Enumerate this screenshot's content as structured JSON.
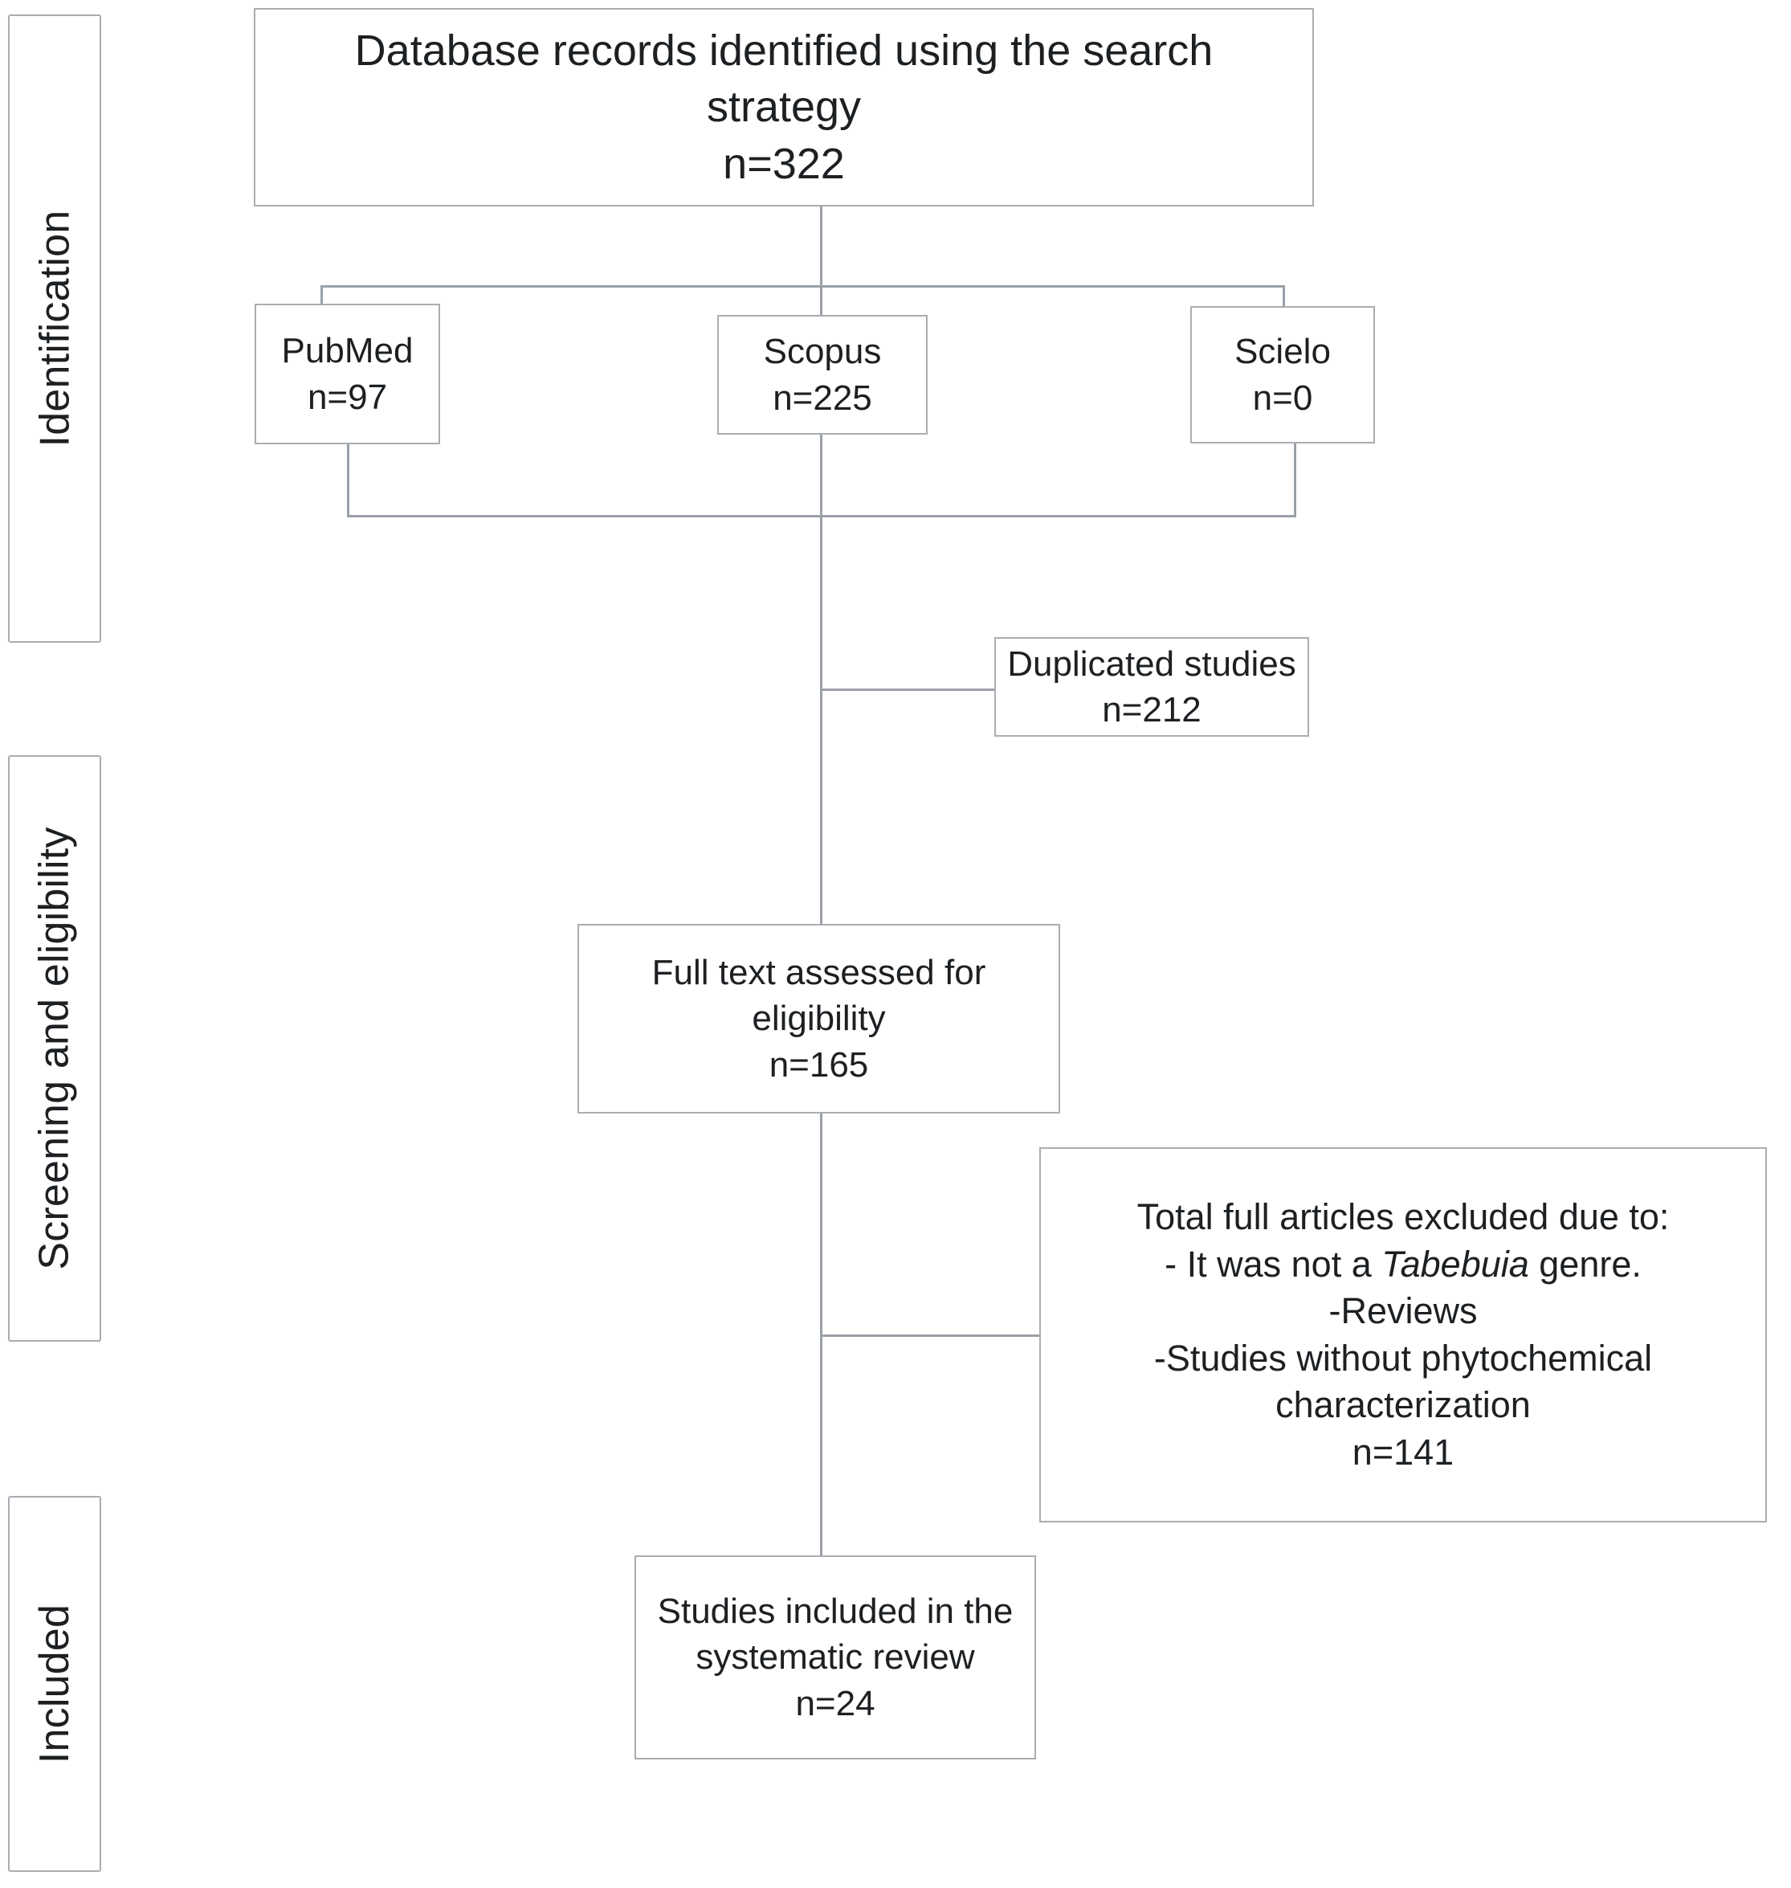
{
  "diagram": {
    "title": "PRISMA study selection flow diagram",
    "line_color": "#9aa0a6",
    "box_border_color": "#a9adb2",
    "text_color": "#1d2023",
    "background": "#ffffff"
  },
  "stages": [
    {
      "id": "identification",
      "label": "Identification"
    },
    {
      "id": "screening",
      "label": "Screening and eligibility"
    },
    {
      "id": "included",
      "label": "Included"
    }
  ],
  "nodes": {
    "records_identified": {
      "line1": "Database records  identified using  the search",
      "line2": "strategy",
      "count": "n=322"
    },
    "pubmed": {
      "label": "PubMed",
      "count": "n=97"
    },
    "scopus": {
      "label": "Scopus",
      "count": "n=225"
    },
    "scielo": {
      "label": "Scielo",
      "count": "n=0"
    },
    "duplicated": {
      "label": "Duplicated studies",
      "count": "n=212"
    },
    "full_text": {
      "line1": "Full text assessed for",
      "line2": "eligibility",
      "count": "n=165"
    },
    "excluded": {
      "line1": "Total full articles excluded due to:",
      "line2_pre": "- It was not a ",
      "line2_italic": "Tabebuia",
      "line2_post": " genre.",
      "line3": "-Reviews",
      "line4": "-Studies without phytochemical",
      "line5": "characterization",
      "count": "n=141"
    },
    "included_studies": {
      "line1": "Studies included in the",
      "line2": "systematic review",
      "count": "n=24"
    }
  },
  "chart_data": {
    "type": "diagram",
    "title": "PRISMA flow diagram of study selection",
    "stages": [
      "Identification",
      "Screening and eligibility",
      "Included"
    ],
    "nodes": [
      {
        "id": "records_identified",
        "stage": "Identification",
        "label": "Database records identified using the search strategy",
        "n": 322
      },
      {
        "id": "pubmed",
        "stage": "Identification",
        "label": "PubMed",
        "n": 97
      },
      {
        "id": "scopus",
        "stage": "Identification",
        "label": "Scopus",
        "n": 225
      },
      {
        "id": "scielo",
        "stage": "Identification",
        "label": "Scielo",
        "n": 0
      },
      {
        "id": "duplicated",
        "stage": "Screening and eligibility",
        "label": "Duplicated studies",
        "n": 212
      },
      {
        "id": "full_text",
        "stage": "Screening and eligibility",
        "label": "Full text assessed for eligibility",
        "n": 165
      },
      {
        "id": "excluded",
        "stage": "Screening and eligibility",
        "label": "Total full articles excluded due to: - It was not a Tabebuia genre. -Reviews -Studies without phytochemical characterization",
        "n": 141
      },
      {
        "id": "included_studies",
        "stage": "Included",
        "label": "Studies included in the systematic review",
        "n": 24
      }
    ],
    "edges": [
      {
        "from": "records_identified",
        "to": "pubmed"
      },
      {
        "from": "records_identified",
        "to": "scopus"
      },
      {
        "from": "records_identified",
        "to": "scielo"
      },
      {
        "from": "pubmed",
        "to": "full_text"
      },
      {
        "from": "scopus",
        "to": "full_text"
      },
      {
        "from": "scielo",
        "to": "full_text"
      },
      {
        "from": "full_text",
        "to": "duplicated",
        "type": "exclusion"
      },
      {
        "from": "full_text",
        "to": "excluded",
        "type": "exclusion"
      },
      {
        "from": "full_text",
        "to": "included_studies"
      }
    ]
  }
}
